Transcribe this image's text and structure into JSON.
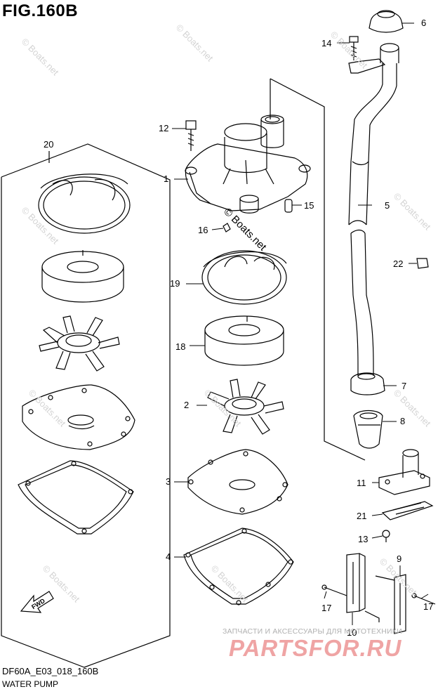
{
  "figure": {
    "title": "FIG.160B",
    "code": "DF60A_E03_018_160B",
    "name": "WATER PUMP"
  },
  "callouts": [
    {
      "num": "1"
    },
    {
      "num": "2"
    },
    {
      "num": "3"
    },
    {
      "num": "4"
    },
    {
      "num": "5"
    },
    {
      "num": "6"
    },
    {
      "num": "7"
    },
    {
      "num": "8"
    },
    {
      "num": "9"
    },
    {
      "num": "10"
    },
    {
      "num": "11"
    },
    {
      "num": "12"
    },
    {
      "num": "13"
    },
    {
      "num": "14"
    },
    {
      "num": "15"
    },
    {
      "num": "16"
    },
    {
      "num": "17"
    },
    {
      "num": "18"
    },
    {
      "num": "19"
    },
    {
      "num": "20"
    },
    {
      "num": "21"
    },
    {
      "num": "22"
    }
  ],
  "fwd_arrow_label": "FWD",
  "watermarks": {
    "boats": "© Boats.net",
    "ru_line": "ЗАПЧАСТИ И АКСЕССУАРЫ ДЛЯ МОТОТЕХНИКИ",
    "ru_logo": "PARTSFOR.RU"
  }
}
